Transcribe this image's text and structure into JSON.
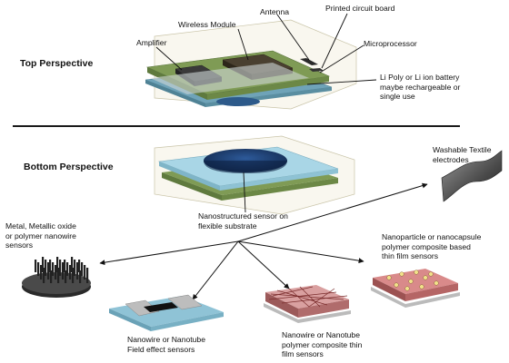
{
  "sections": {
    "top_title": "Top Perspective",
    "bottom_title": "Bottom Perspective"
  },
  "labels": {
    "amplifier": "Amplifier",
    "wireless_module": "Wireless Module",
    "antenna": "Antenna",
    "pcb": "Printed circuit board",
    "microprocessor": "Microprocessor",
    "battery": "Li Poly or Li ion battery\nmaybe rechargeable or\nsingle use",
    "textile": "Washable Textile\nelectrodes",
    "nanosensor": "Nanostructured sensor on\nflexible substrate",
    "nanowire_sensors": "Metal, Metallic oxide\nor polymer nanowire\nsensors",
    "nanoparticle": "Nanoparticle or nanocapsule\npolymer composite based\nthin film sensors",
    "fet": "Nanowire or Nanotube\nField effect sensors",
    "composite": "Nanowire or Nanotube\npolymer composite thin\nfilm sensors"
  },
  "colors": {
    "pcb_green": "#7f9b55",
    "chip_dark": "#3a3a3a",
    "chip_brown": "#4a4030",
    "blue_layer": "#9ecfe0",
    "sensor_disc": "#1e3e6e",
    "divider": "#1a1a1a",
    "sensor_red": "#c66a6a",
    "nanoparticle_dots": "#f2e28a"
  }
}
